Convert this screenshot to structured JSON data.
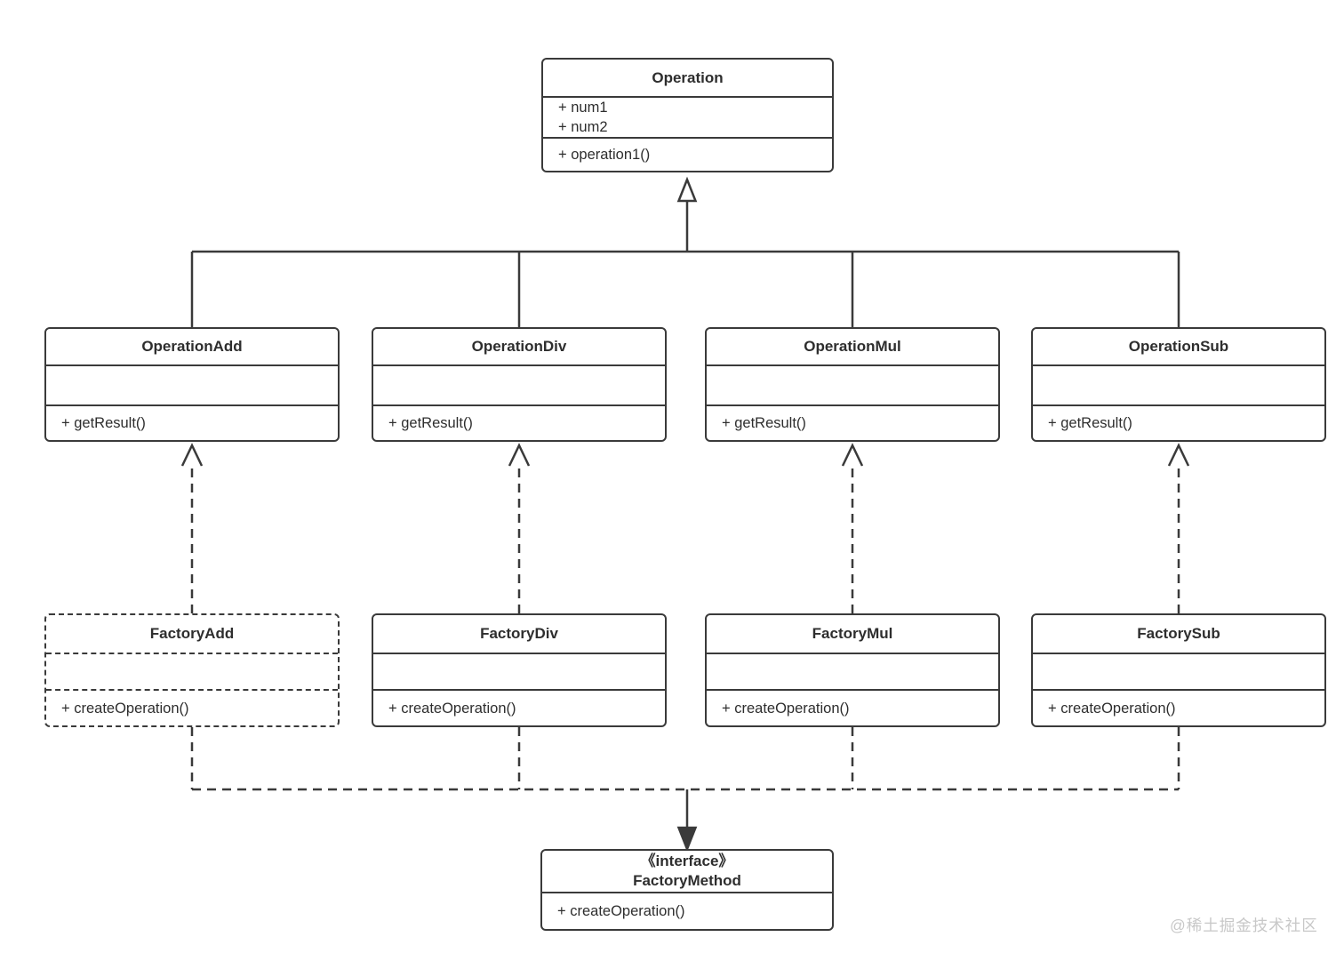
{
  "colors": {
    "background": "#ffffff",
    "line": "#3a3a3a",
    "text": "#2e2e2e",
    "watermark": "#c8c8c8"
  },
  "watermark": "@稀土掘金技术社区",
  "classes": {
    "operation": {
      "name": "Operation",
      "attrs": [
        "+ num1",
        "+ num2"
      ],
      "methods": [
        "+ operation1()"
      ]
    },
    "operation_add": {
      "name": "OperationAdd",
      "methods": [
        "+ getResult()"
      ]
    },
    "operation_div": {
      "name": "OperationDiv",
      "methods": [
        "+ getResult()"
      ]
    },
    "operation_mul": {
      "name": "OperationMul",
      "methods": [
        "+ getResult()"
      ]
    },
    "operation_sub": {
      "name": "OperationSub",
      "methods": [
        "+ getResult()"
      ]
    },
    "factory_add": {
      "name": "FactoryAdd",
      "methods": [
        "+ createOperation()"
      ]
    },
    "factory_div": {
      "name": "FactoryDiv",
      "methods": [
        "+ createOperation()"
      ]
    },
    "factory_mul": {
      "name": "FactoryMul",
      "methods": [
        "+ createOperation()"
      ]
    },
    "factory_sub": {
      "name": "FactorySub",
      "methods": [
        "+ createOperation()"
      ]
    },
    "factory_method": {
      "stereotype": "《interface》",
      "name": "FactoryMethod",
      "methods": [
        "+ createOperation()"
      ]
    }
  }
}
